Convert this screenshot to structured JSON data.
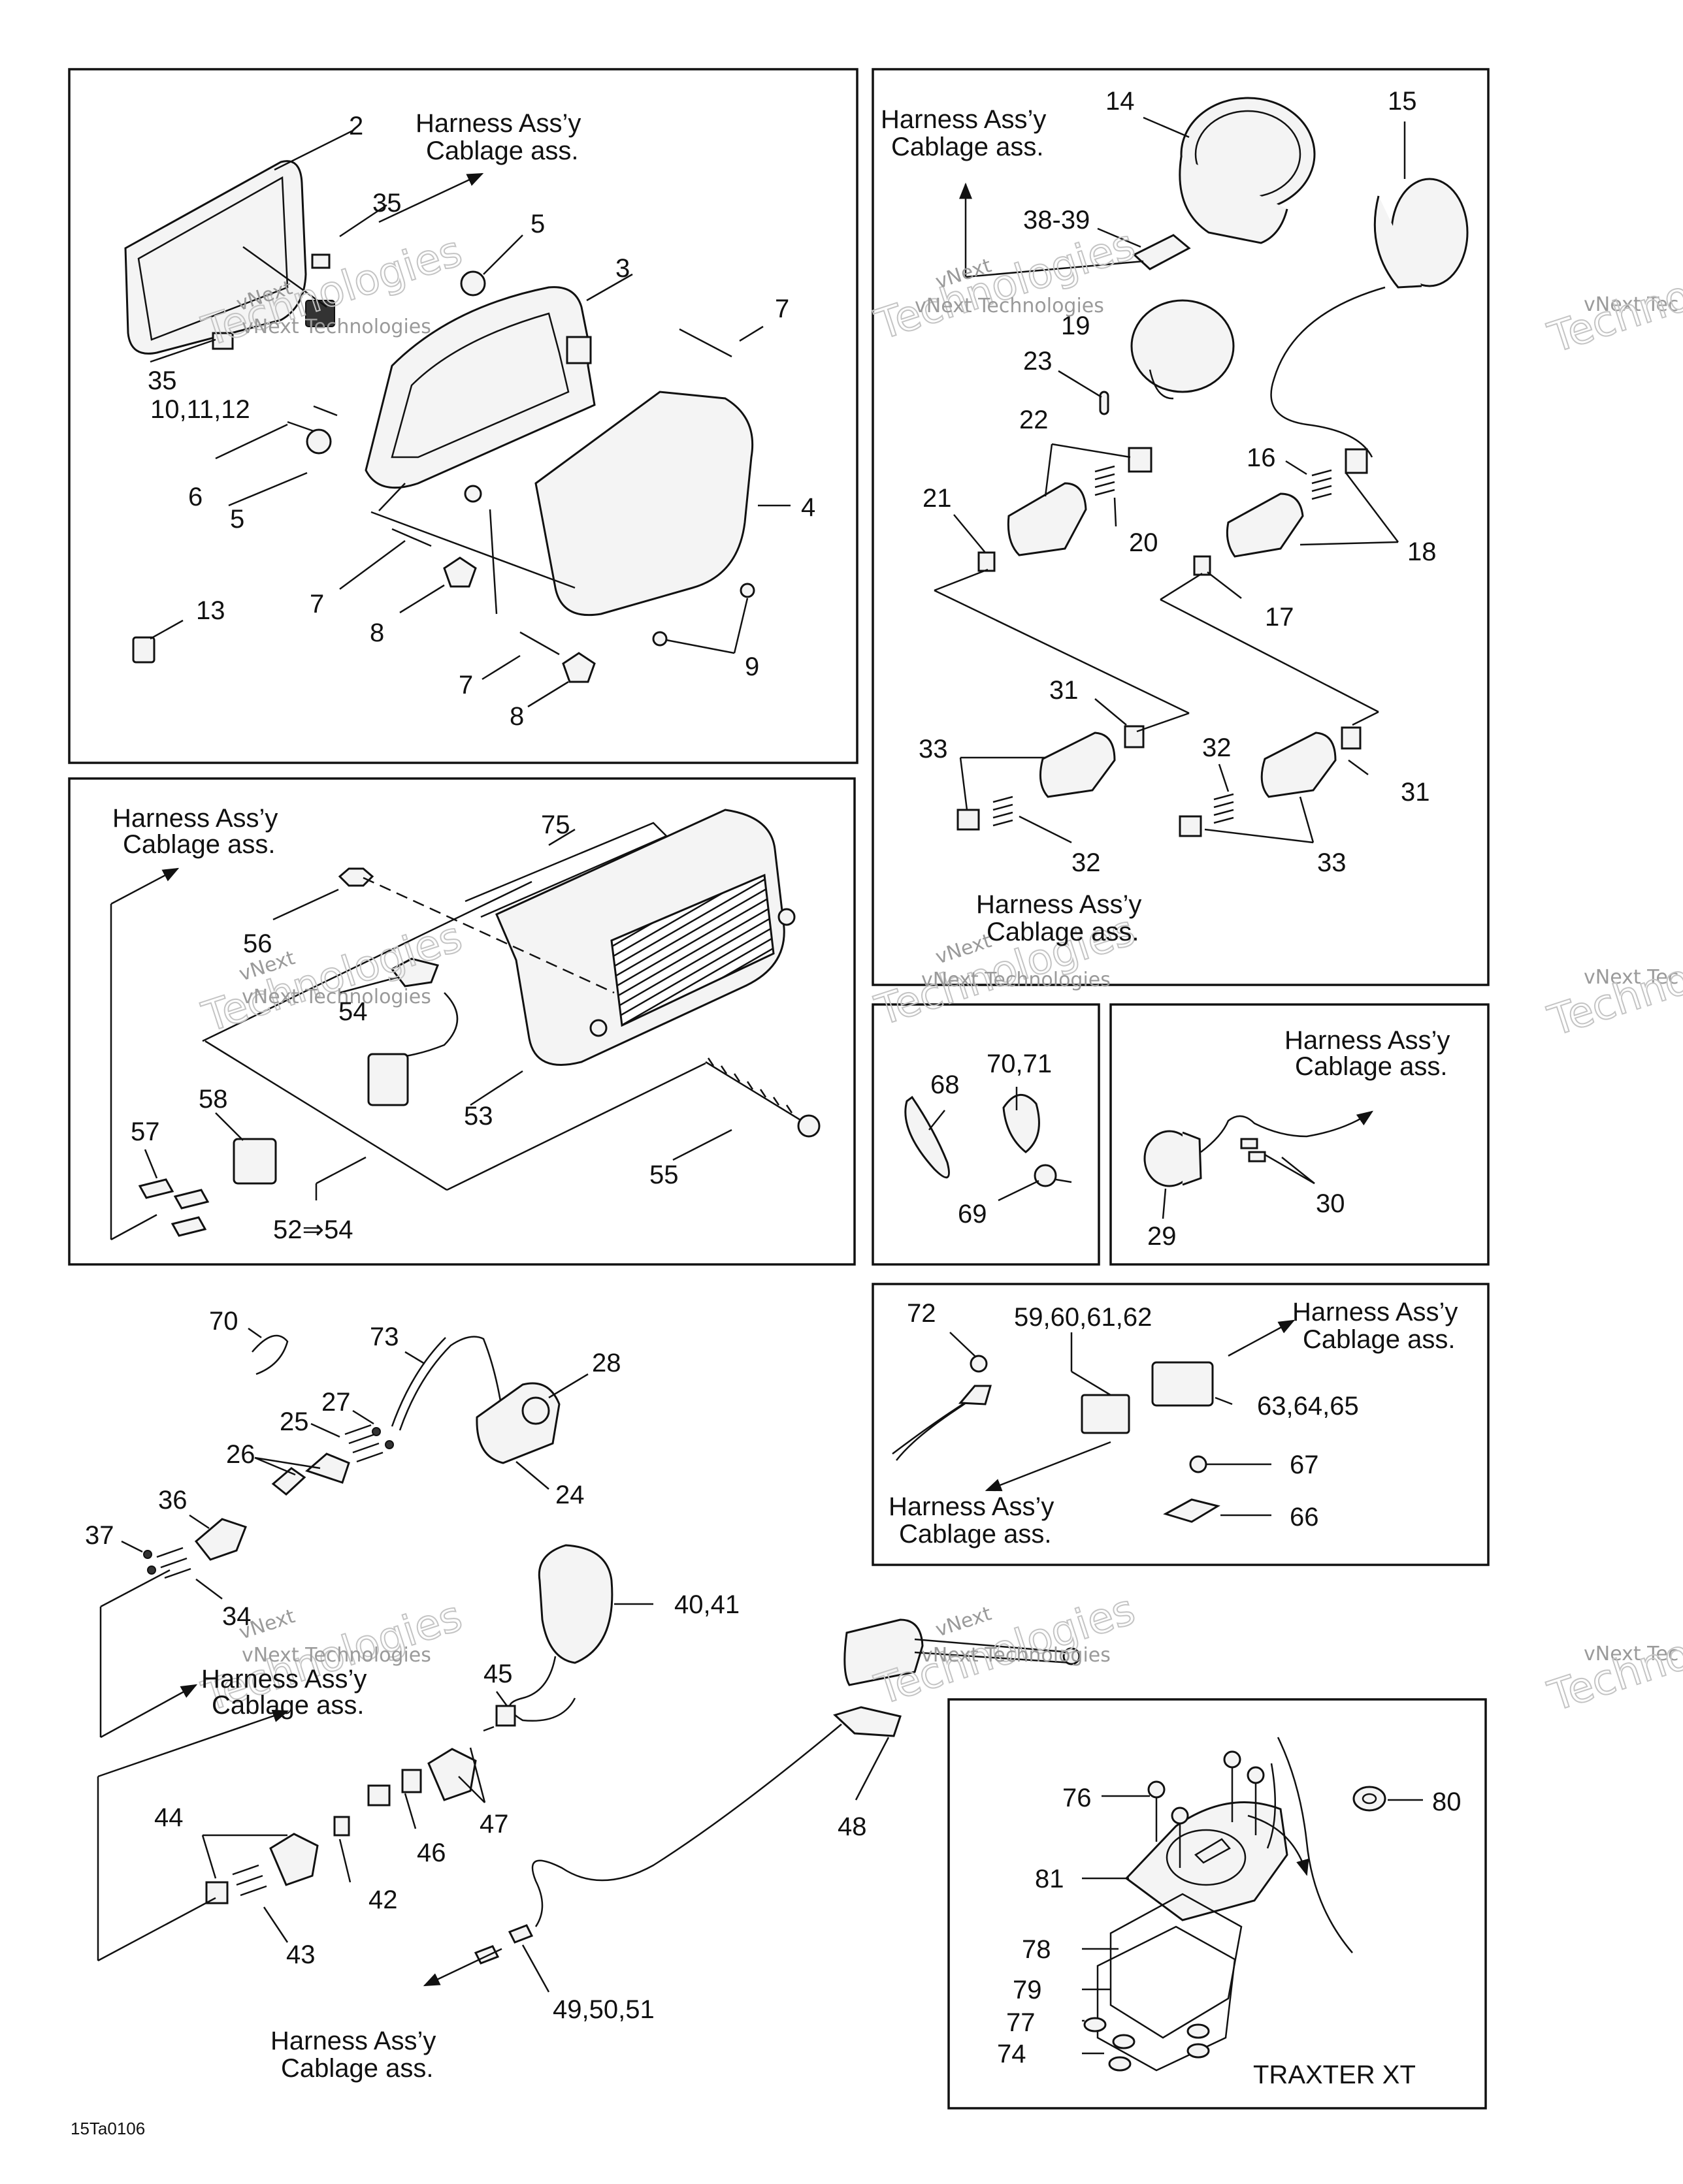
{
  "harness_caption": [
    "Harness Ass’y",
    "Cablage ass."
  ],
  "figure_code": "15Ta0106",
  "watermark": [
    "vNext Technologies",
    "vNext",
    "Technologies",
    "vNext Tec",
    "Techno"
  ],
  "panels": {
    "headlight": {
      "callouts": [
        "2",
        "35",
        "5",
        "3",
        "7",
        "35",
        "10,11,12",
        "6",
        "5",
        "4",
        "7",
        "13",
        "8",
        "7",
        "8",
        "9"
      ]
    },
    "gauges": {
      "callouts": [
        "14",
        "15",
        "38-39",
        "19",
        "23",
        "22",
        "16",
        "21",
        "20",
        "18",
        "17",
        "31",
        "33",
        "32",
        "31",
        "32",
        "33"
      ]
    },
    "taillight": {
      "callouts": [
        "75",
        "56",
        "54",
        "53",
        "58",
        "57",
        "55",
        "52⇒54"
      ]
    },
    "ties": {
      "callouts": [
        "68",
        "70,71",
        "69"
      ]
    },
    "indicator": {
      "callouts": [
        "29",
        "30"
      ]
    },
    "ground": {
      "callouts": [
        "72",
        "59,60,61,62",
        "63,64,65",
        "67",
        "66"
      ]
    },
    "controls": {
      "callouts": [
        "70",
        "73",
        "28",
        "27",
        "25",
        "26",
        "24",
        "36",
        "37",
        "34",
        "40,41",
        "45",
        "47",
        "46",
        "44",
        "42",
        "43",
        "48",
        "49,50,51"
      ]
    },
    "traxter": {
      "title": "TRAXTER XT",
      "callouts": [
        "76",
        "80",
        "81",
        "78",
        "79",
        "77",
        "74"
      ]
    }
  }
}
